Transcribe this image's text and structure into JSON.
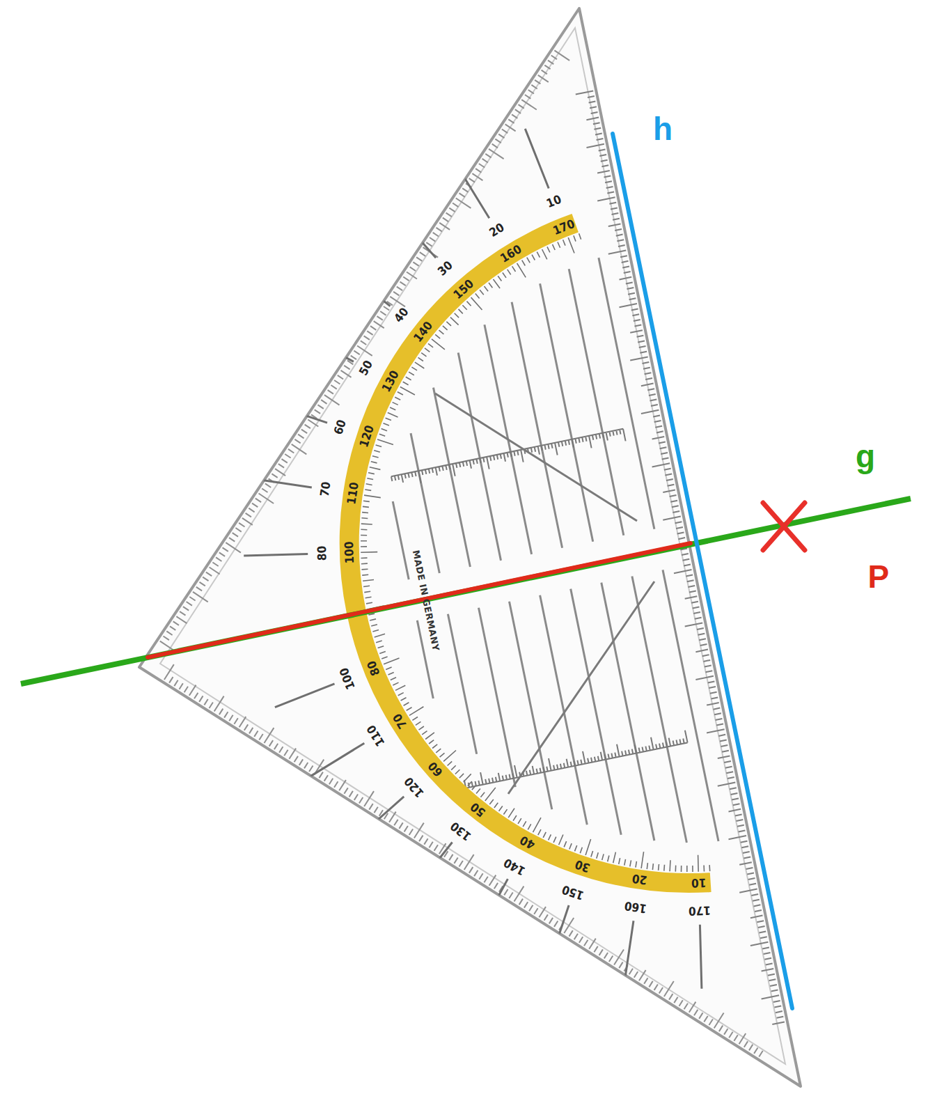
{
  "diagram": {
    "labels": [
      "h",
      "g",
      "P",
      "MADE IN GERMANY",
      "10",
      "20",
      "30",
      "40",
      "50",
      "60",
      "70",
      "80",
      "100",
      "110",
      "120",
      "130",
      "140",
      "150",
      "160",
      "170",
      "170",
      "160",
      "150",
      "140",
      "130",
      "120",
      "110",
      "100",
      "80",
      "70",
      "60",
      "50",
      "40",
      "30",
      "20",
      "10"
    ]
  }
}
